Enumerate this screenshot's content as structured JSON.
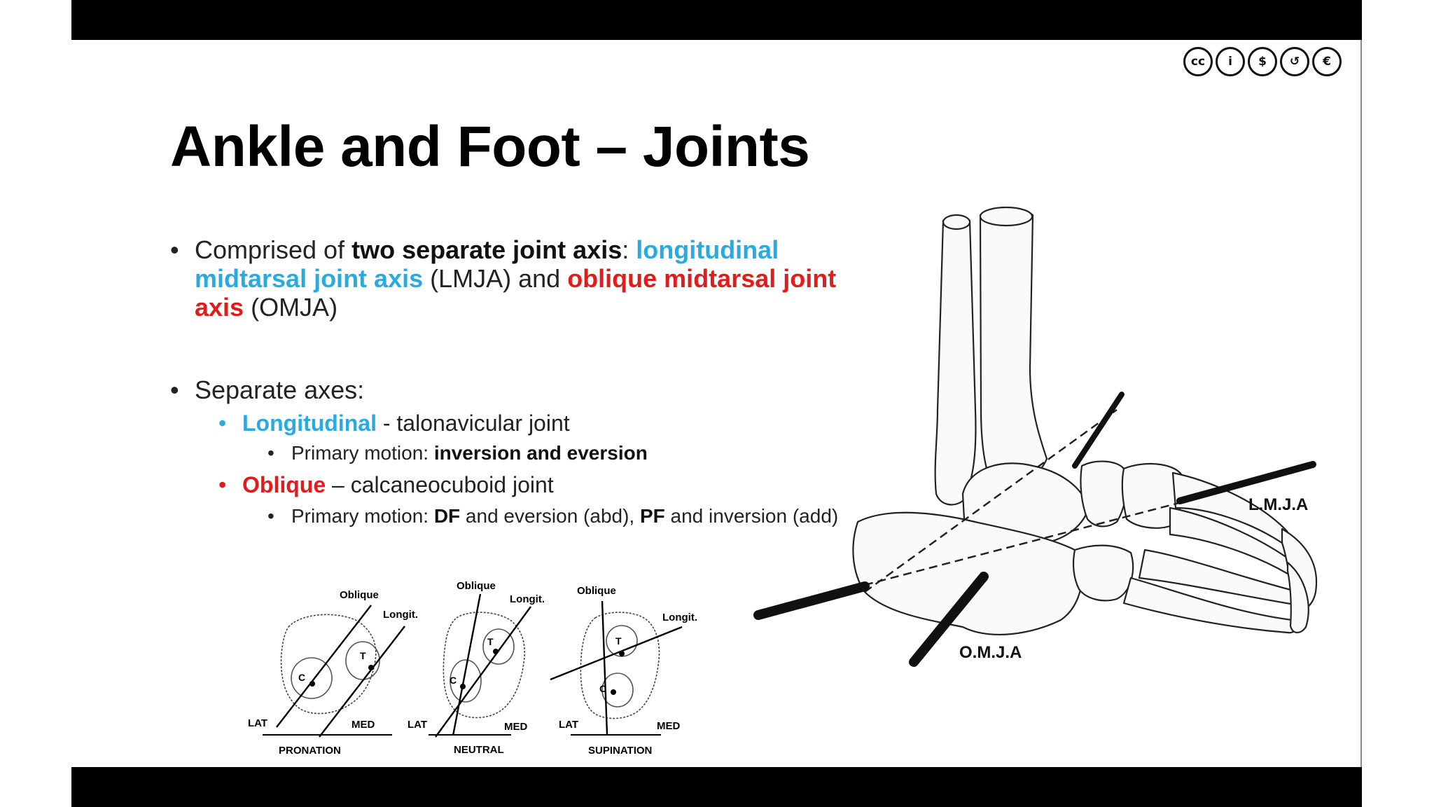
{
  "slide": {
    "title": "Ankle and Foot – Joints",
    "bullet1": {
      "p1": "Comprised of ",
      "p2": "two separate joint axis",
      "p3": ": ",
      "p4": "longitudinal midtarsal joint axis",
      "p5": " (LMJA) and ",
      "p6": "oblique midtarsal joint axis",
      "p7": " (OMJA)"
    },
    "bullet2": "Separate axes:",
    "sub1": {
      "term": "Longitudinal",
      "rest": " - talonavicular joint",
      "motion_label": "Primary motion: ",
      "motion_value": "inversion and eversion"
    },
    "sub2": {
      "term": "Oblique",
      "rest": " – calcaneocuboid joint",
      "m1": "Primary motion: ",
      "m2": "DF",
      "m3": " and eversion (abd), ",
      "m4": "PF",
      "m5": " and inversion (add)"
    }
  },
  "license_icons": [
    "cc-icon",
    "by-icon",
    "nc-icon",
    "sa-icon",
    "euro-icon"
  ],
  "license_glyphs": [
    "cc",
    "i",
    "$",
    "↺",
    "€"
  ],
  "left_figure": {
    "panels": [
      {
        "caption": "PRONATION",
        "oblique": "Oblique",
        "longit": "Longit.",
        "lat": "LAT",
        "med": "MED",
        "t": "T",
        "c": "C"
      },
      {
        "caption": "NEUTRAL",
        "oblique": "Oblique",
        "longit": "Longit.",
        "lat": "LAT",
        "med": "MED",
        "t": "T",
        "c": "C"
      },
      {
        "caption": "SUPINATION",
        "oblique": "Oblique",
        "longit": "Longit.",
        "lat": "LAT",
        "med": "MED",
        "t": "T",
        "c": "C"
      }
    ]
  },
  "right_figure": {
    "lmja": "L.M.J.A",
    "omja": "O.M.J.A"
  },
  "colors": {
    "longitudinal": "#29aae1",
    "oblique": "#e21b1b",
    "bars": "#000000"
  }
}
